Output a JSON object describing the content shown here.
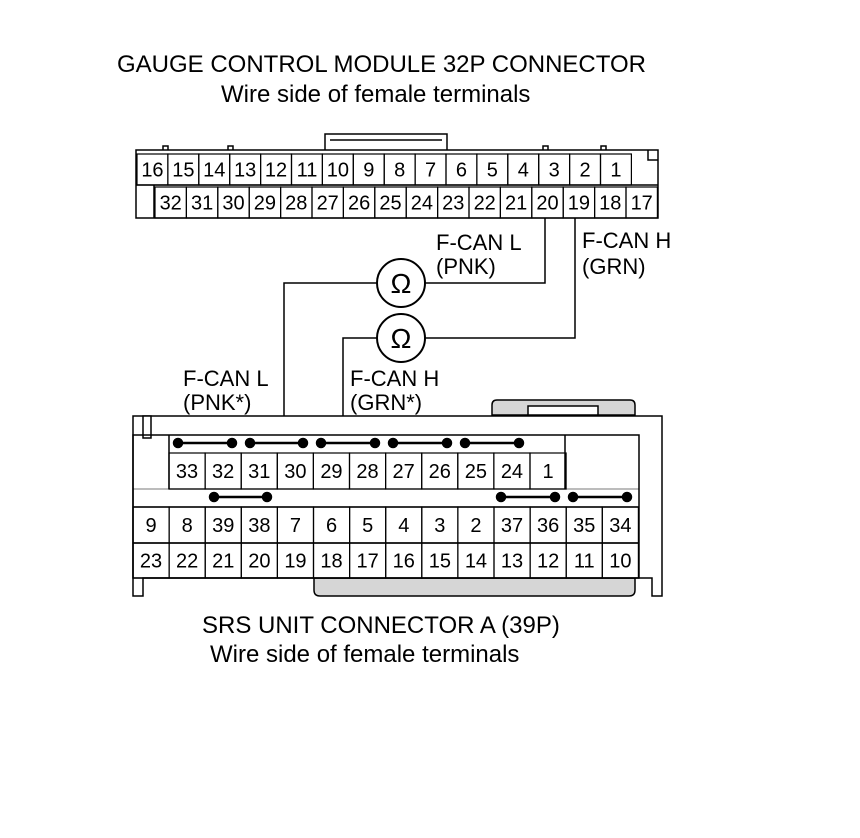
{
  "gauge_connector": {
    "title": "GAUGE CONTROL MODULE 32P CONNECTOR",
    "subtitle": "Wire side of female terminals",
    "top_row": [
      "16",
      "15",
      "14",
      "13",
      "12",
      "11",
      "10",
      "9",
      "8",
      "7",
      "6",
      "5",
      "4",
      "3",
      "2",
      "1"
    ],
    "bottom_row": [
      "32",
      "31",
      "30",
      "29",
      "28",
      "27",
      "26",
      "25",
      "24",
      "23",
      "22",
      "21",
      "20",
      "19",
      "18",
      "17"
    ]
  },
  "srs_connector": {
    "title": "SRS UNIT CONNECTOR A (39P)",
    "subtitle": "Wire side of female terminals",
    "row1": [
      "33",
      "32",
      "31",
      "30",
      "29",
      "28",
      "27",
      "26",
      "25",
      "24",
      "1"
    ],
    "row3": [
      "9",
      "8",
      "39",
      "38",
      "7",
      "6",
      "5",
      "4",
      "3",
      "2",
      "37",
      "36",
      "35",
      "34"
    ],
    "row4": [
      "23",
      "22",
      "21",
      "20",
      "19",
      "18",
      "17",
      "16",
      "15",
      "14",
      "13",
      "12",
      "11",
      "10"
    ]
  },
  "wires": {
    "gauge_can_l": {
      "name": "F-CAN L",
      "color": "(PNK)"
    },
    "gauge_can_h": {
      "name": "F-CAN H",
      "color": "(GRN)"
    },
    "srs_can_l": {
      "name": "F-CAN L",
      "color": "(PNK*)"
    },
    "srs_can_h": {
      "name": "F-CAN H",
      "color": "(GRN*)"
    }
  },
  "meter_symbol": "Ω"
}
